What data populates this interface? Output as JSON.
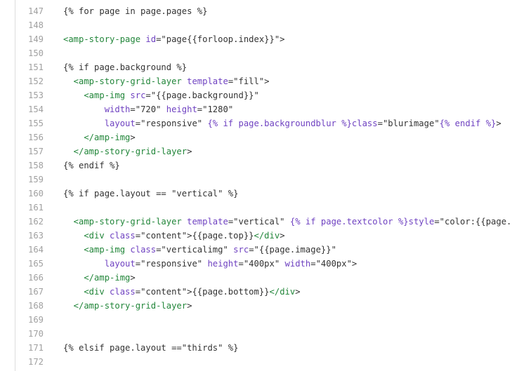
{
  "colors": {
    "tag": "#22863a",
    "attr": "#6f42c1",
    "text": "#333333",
    "line_number": "#a0a0a0"
  },
  "lines": [
    {
      "n": "147",
      "tokens": [
        {
          "t": "txt",
          "v": "{% for page in page.pages %}"
        }
      ]
    },
    {
      "n": "148",
      "tokens": []
    },
    {
      "n": "149",
      "tokens": [
        {
          "t": "tag",
          "v": "<amp-story-page"
        },
        {
          "t": "attr",
          "v": " id"
        },
        {
          "t": "txt",
          "v": "=\"page{{forloop.index}}\">"
        }
      ]
    },
    {
      "n": "150",
      "tokens": []
    },
    {
      "n": "151",
      "tokens": [
        {
          "t": "txt",
          "v": "{% if page.background %}"
        }
      ]
    },
    {
      "n": "152",
      "tokens": [
        {
          "t": "tag",
          "v": "  <amp-story-grid-layer"
        },
        {
          "t": "attr",
          "v": " template"
        },
        {
          "t": "txt",
          "v": "=\"fill\">"
        }
      ]
    },
    {
      "n": "153",
      "tokens": [
        {
          "t": "tag",
          "v": "    <amp-img"
        },
        {
          "t": "attr",
          "v": " src"
        },
        {
          "t": "txt",
          "v": "=\"{{page.background}}\""
        }
      ]
    },
    {
      "n": "154",
      "tokens": [
        {
          "t": "attr",
          "v": "        width"
        },
        {
          "t": "txt",
          "v": "=\"720\""
        },
        {
          "t": "attr",
          "v": " height"
        },
        {
          "t": "txt",
          "v": "=\"1280\""
        }
      ]
    },
    {
      "n": "155",
      "tokens": [
        {
          "t": "attr",
          "v": "        layout"
        },
        {
          "t": "txt",
          "v": "=\"responsive\""
        },
        {
          "t": "tpl",
          "v": " {% if page.backgroundblur %}class"
        },
        {
          "t": "txt",
          "v": "=\"blurimage\""
        },
        {
          "t": "tpl",
          "v": "{% endif %}"
        },
        {
          "t": "txt",
          "v": ">"
        }
      ]
    },
    {
      "n": "156",
      "tokens": [
        {
          "t": "tag",
          "v": "    </amp-img"
        },
        {
          "t": "txt",
          "v": ">"
        }
      ]
    },
    {
      "n": "157",
      "tokens": [
        {
          "t": "tag",
          "v": "  </amp-story-grid-layer"
        },
        {
          "t": "txt",
          "v": ">"
        }
      ]
    },
    {
      "n": "158",
      "tokens": [
        {
          "t": "txt",
          "v": "{% endif %}"
        }
      ]
    },
    {
      "n": "159",
      "tokens": []
    },
    {
      "n": "160",
      "tokens": [
        {
          "t": "txt",
          "v": "{% if page.layout == \"vertical\" %}"
        }
      ]
    },
    {
      "n": "161",
      "tokens": []
    },
    {
      "n": "162",
      "tokens": [
        {
          "t": "tag",
          "v": "  <amp-story-grid-layer"
        },
        {
          "t": "attr",
          "v": " template"
        },
        {
          "t": "txt",
          "v": "=\"vertical\""
        },
        {
          "t": "tpl",
          "v": " {% if page.textcolor %}style"
        },
        {
          "t": "txt",
          "v": "=\"color:{{page.textcolor}}\""
        }
      ]
    },
    {
      "n": "163",
      "tokens": [
        {
          "t": "tag",
          "v": "    <div"
        },
        {
          "t": "attr",
          "v": " class"
        },
        {
          "t": "txt",
          "v": "=\"content\">{{page.top}}"
        },
        {
          "t": "tag",
          "v": "</div"
        },
        {
          "t": "txt",
          "v": ">"
        }
      ]
    },
    {
      "n": "164",
      "tokens": [
        {
          "t": "tag",
          "v": "    <amp-img"
        },
        {
          "t": "attr",
          "v": " class"
        },
        {
          "t": "txt",
          "v": "=\"verticalimg\""
        },
        {
          "t": "attr",
          "v": " src"
        },
        {
          "t": "txt",
          "v": "=\"{{page.image}}\""
        }
      ]
    },
    {
      "n": "165",
      "tokens": [
        {
          "t": "attr",
          "v": "        layout"
        },
        {
          "t": "txt",
          "v": "=\"responsive\""
        },
        {
          "t": "attr",
          "v": " height"
        },
        {
          "t": "txt",
          "v": "=\"400px\""
        },
        {
          "t": "attr",
          "v": " width"
        },
        {
          "t": "txt",
          "v": "=\"400px\">"
        }
      ]
    },
    {
      "n": "166",
      "tokens": [
        {
          "t": "tag",
          "v": "    </amp-img"
        },
        {
          "t": "txt",
          "v": ">"
        }
      ]
    },
    {
      "n": "167",
      "tokens": [
        {
          "t": "tag",
          "v": "    <div"
        },
        {
          "t": "attr",
          "v": " class"
        },
        {
          "t": "txt",
          "v": "=\"content\">{{page.bottom}}"
        },
        {
          "t": "tag",
          "v": "</div"
        },
        {
          "t": "txt",
          "v": ">"
        }
      ]
    },
    {
      "n": "168",
      "tokens": [
        {
          "t": "tag",
          "v": "  </amp-story-grid-layer"
        },
        {
          "t": "txt",
          "v": ">"
        }
      ]
    },
    {
      "n": "169",
      "tokens": []
    },
    {
      "n": "170",
      "tokens": []
    },
    {
      "n": "171",
      "tokens": [
        {
          "t": "txt",
          "v": "{% elsif page.layout ==\"thirds\" %}"
        }
      ]
    },
    {
      "n": "172",
      "tokens": []
    }
  ]
}
